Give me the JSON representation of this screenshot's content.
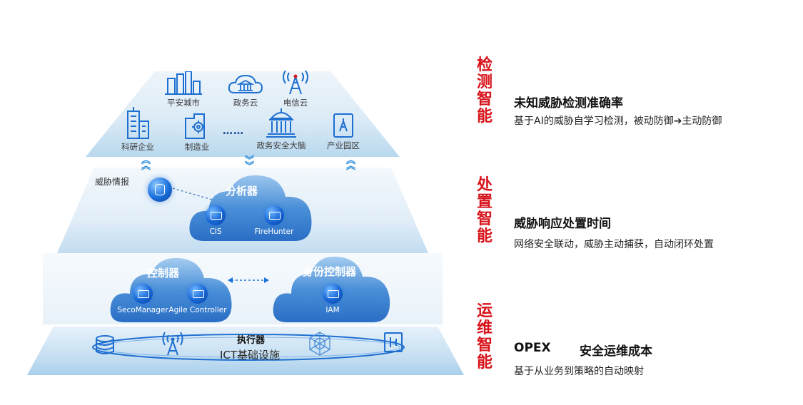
{
  "diagram": {
    "top_tier": {
      "row1": [
        "平安城市",
        "政务云",
        "电信云"
      ],
      "row2": [
        "科研企业",
        "制造业",
        "……",
        "政务安全大脑",
        "产业园区"
      ]
    },
    "threat_intel_label": "威胁情报",
    "analyzer": {
      "title": "分析器",
      "nodes": [
        "CIS",
        "FireHunter"
      ]
    },
    "controller": {
      "title": "控制器",
      "nodes": [
        "SecoManager",
        "Agile Controller"
      ]
    },
    "identity_controller": {
      "title": "身份控制器",
      "nodes": [
        "IAM"
      ]
    },
    "executor_label": "执行器",
    "infrastructure_label": "ICT基础设施"
  },
  "capabilities": [
    {
      "side_title": [
        "检",
        "测",
        "智",
        "能"
      ],
      "heading": "未知威胁检测准确率",
      "description": "基于AI的威胁自学习检测，被动防御➔主动防御"
    },
    {
      "side_title": [
        "处",
        "置",
        "智",
        "能"
      ],
      "heading": "威胁响应处置时间",
      "description": "网络安全联动，威胁主动捕获，自动闭环处置"
    },
    {
      "side_title": [
        "运",
        "维",
        "智",
        "能"
      ],
      "heading_main": "OPEX",
      "heading": "安全运维成本",
      "description": "基于从业务到策略的自动映射"
    }
  ],
  "colors": {
    "accent_red": "#d8141c",
    "accent_blue": "#1a73d9",
    "cloud_blue": "#3f86d6"
  }
}
